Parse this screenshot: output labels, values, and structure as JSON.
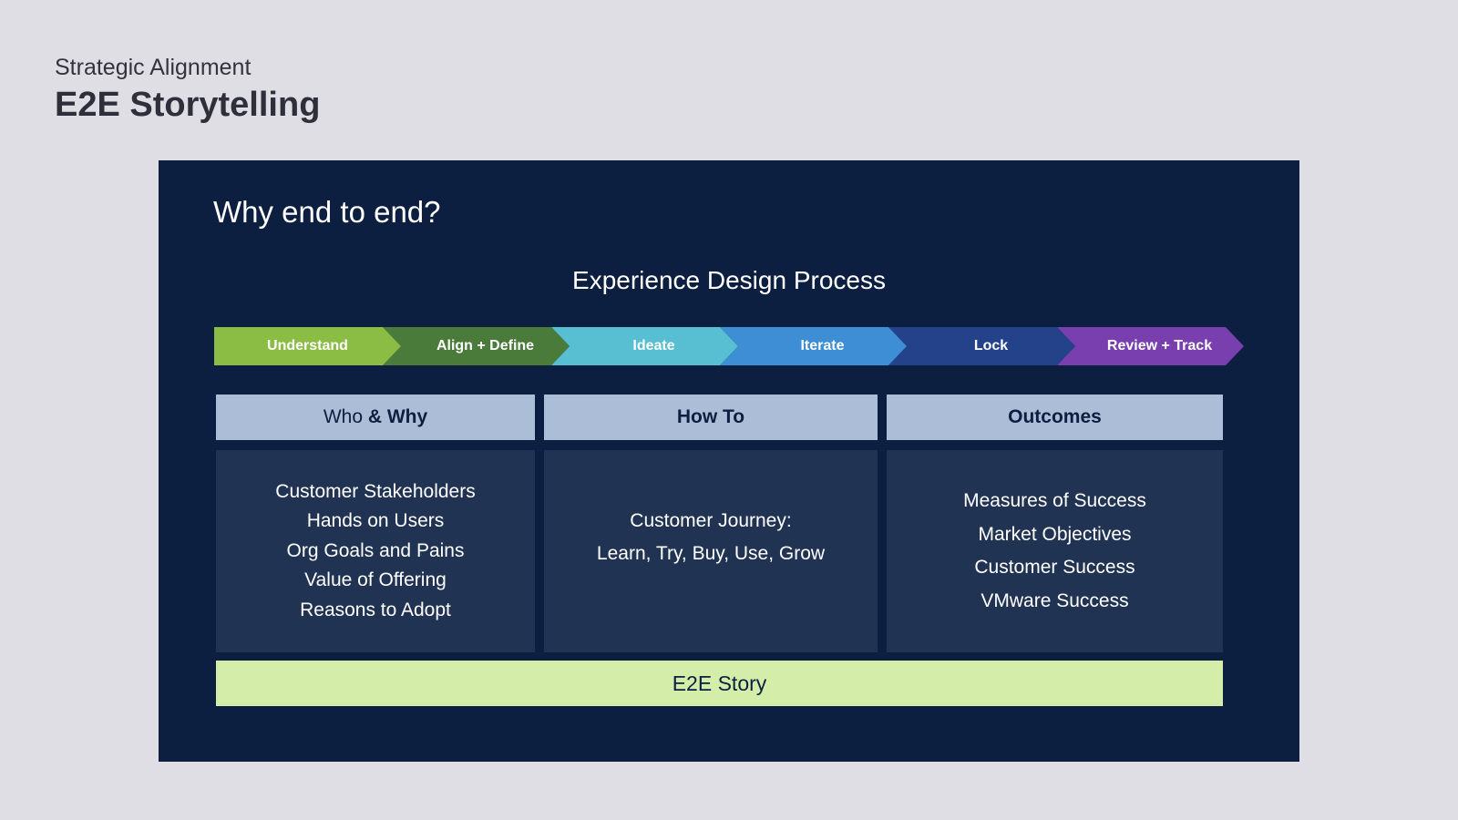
{
  "header": {
    "subtitle": "Strategic Alignment",
    "title": "E2E Storytelling"
  },
  "panel": {
    "title": "Why end to end?",
    "process_title": "Experience Design Process",
    "steps": [
      {
        "label": "Understand",
        "color": "#8bbd45"
      },
      {
        "label": "Align + Define",
        "color": "#4a7b3a"
      },
      {
        "label": "Ideate",
        "color": "#58bed2"
      },
      {
        "label": "Iterate",
        "color": "#3e8ed6"
      },
      {
        "label": "Lock",
        "color": "#24428a"
      },
      {
        "label": "Review + Track",
        "color": "#7a3fae"
      }
    ],
    "columns": [
      {
        "header_a": "Who",
        "header_b": "& Why",
        "items": [
          "Customer Stakeholders",
          "Hands on Users",
          "Org Goals and Pains",
          "Value of Offering",
          "Reasons to Adopt"
        ]
      },
      {
        "header": "How To",
        "items": [
          "Customer Journey:",
          "Learn, Try, Buy, Use, Grow"
        ]
      },
      {
        "header": "Outcomes",
        "items": [
          "Measures of Success",
          "Market Objectives",
          "Customer Success",
          "VMware Success"
        ]
      }
    ],
    "footer": "E2E Story"
  }
}
